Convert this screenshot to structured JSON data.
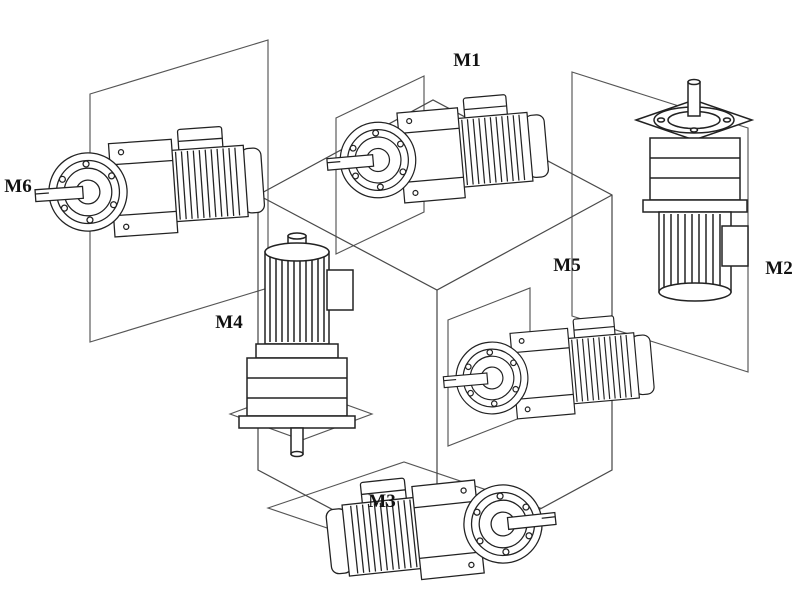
{
  "colors": {
    "background": "#ffffff",
    "line": "#222222",
    "construction_line": "#555555",
    "label_text": "#111111"
  },
  "diagram": {
    "labels": {
      "m1": "M1",
      "m2": "M2",
      "m3": "M3",
      "m4": "M4",
      "m5": "M5",
      "m6": "M6"
    },
    "motors": {
      "m1": "horizontal-gearmotor-top-face",
      "m2": "vertical-gearmotor-shaft-up-right-face",
      "m3": "horizontal-gearmotor-bottom-face",
      "m4": "vertical-gearmotor-shaft-down-front-left",
      "m5": "horizontal-gearmotor-front-face",
      "m6": "horizontal-gearmotor-left-face"
    }
  }
}
